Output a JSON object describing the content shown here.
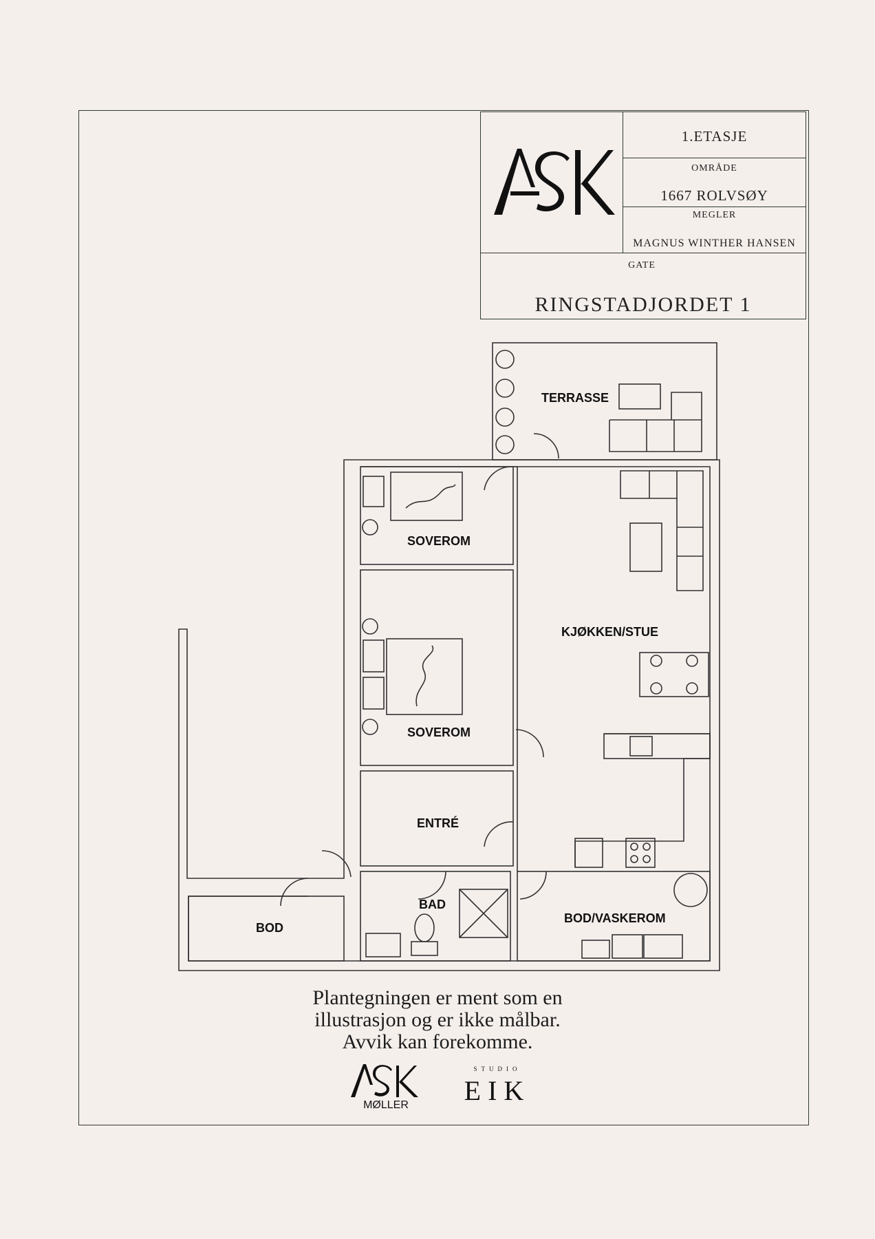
{
  "title_block": {
    "floor": "1.ETASJE",
    "area_label": "OMRÅDE",
    "area_value": "1667 ROLVSØY",
    "broker_label": "MEGLER",
    "broker_value": "MAGNUS WINTHER HANSEN",
    "street_label": "GATE",
    "street_value": "RINGSTADJORDET 1"
  },
  "logo_top": {
    "text": "ASK"
  },
  "rooms": {
    "terrasse": "TERRASSE",
    "soverom_1": "SOVEROM",
    "soverom_2": "SOVEROM",
    "kjokken_stue": "KJØKKEN/STUE",
    "entre": "ENTRÉ",
    "bad": "BAD",
    "bod": "BOD",
    "bod_vaskerom": "BOD/VASKEROM"
  },
  "disclaimer": {
    "line1": "Plantegningen er ment som en",
    "line2": "illustrasjon og er ikke målbar.",
    "line3": "Avvik kan forekomme."
  },
  "footer_logos": {
    "ask_moller_top": "ASK",
    "ask_moller_bottom": "MØLLER",
    "studio_label": "STUDIO",
    "eik": "EIK"
  },
  "colors": {
    "frame": "#2f3b2f",
    "background": "#f5efec",
    "lines": "#333333"
  }
}
